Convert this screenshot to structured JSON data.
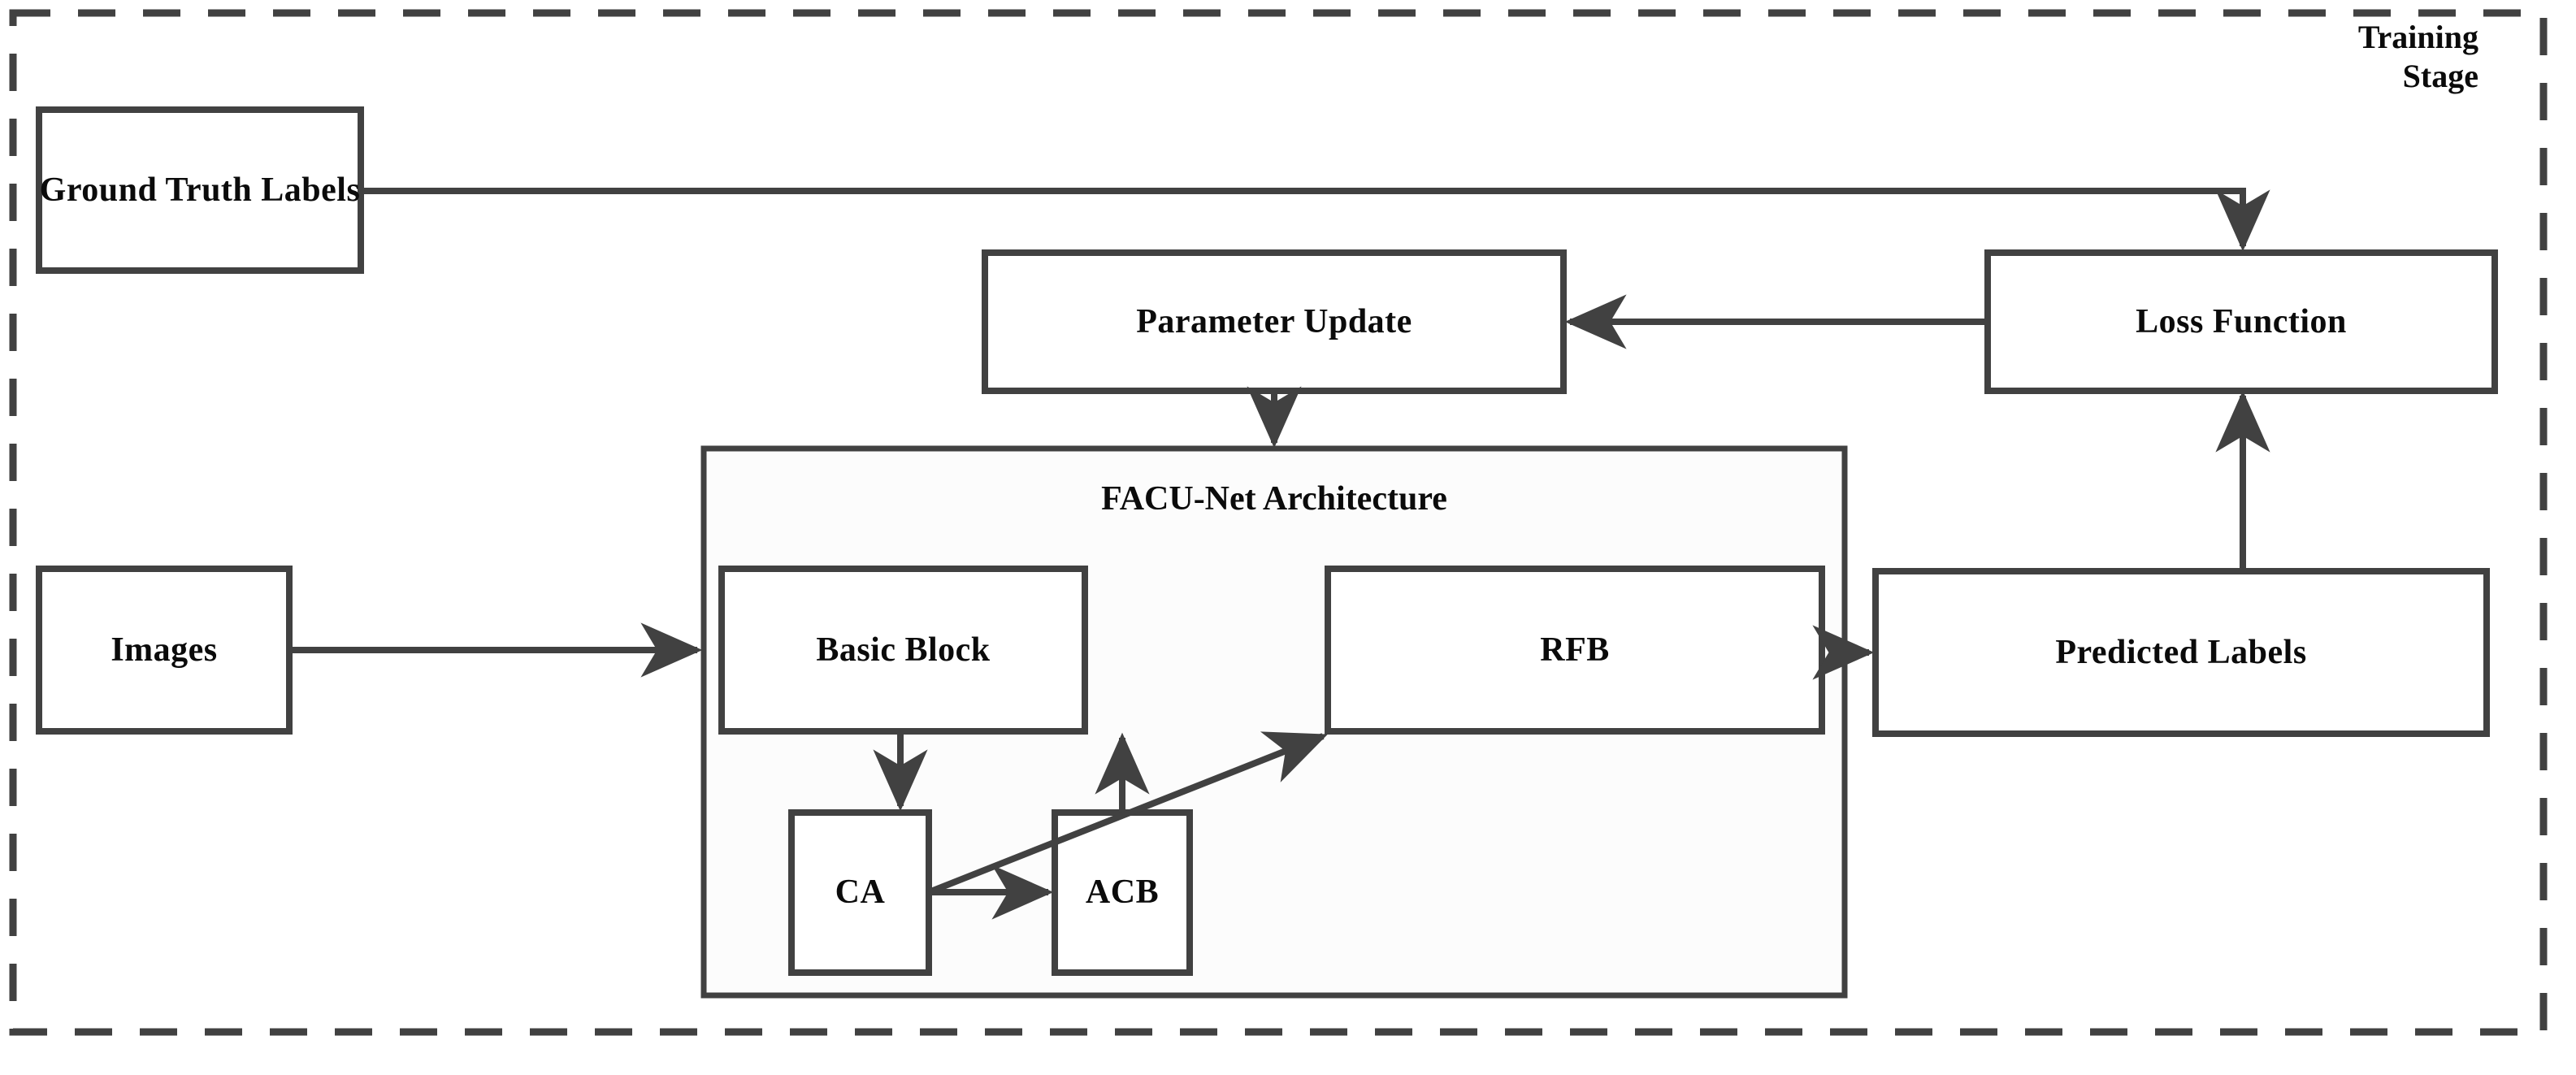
{
  "diagram": {
    "title_caption": {
      "line1": "Training",
      "line2": "Stage"
    },
    "container": {
      "label": "FACU-Net Architecture"
    },
    "nodes": {
      "ground_truth": "Ground Truth Labels",
      "images": "Images",
      "parameter_update": "Parameter Update",
      "loss_function": "Loss Function",
      "predicted_labels": "Predicted Labels",
      "basic_block": "Basic Block",
      "rfb": "RFB",
      "ca": "CA",
      "acb": "ACB"
    },
    "colors": {
      "stroke": "#414141",
      "text": "#0b0b0b",
      "background": "#ffffff",
      "container_fill": "#fcfcfc",
      "dashed_border": "#414141"
    }
  }
}
